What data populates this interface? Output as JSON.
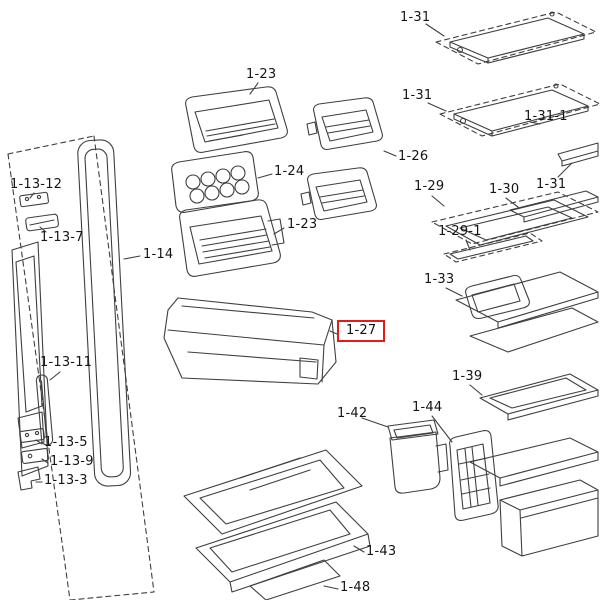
{
  "diagram": {
    "kind": "refrigerator-exploded-parts-diagram",
    "highlighted_part": "1-27",
    "highlight_color": "#e21b1b",
    "line_color": "#3f3f3f",
    "background": "#ffffff"
  },
  "labels": {
    "shelf_top": {
      "text": "1-31"
    },
    "basket_top": {
      "text": "1-23"
    },
    "shelf_mid": {
      "text": "1-31"
    },
    "shelf_mid_trim": {
      "text": "1-31-1"
    },
    "basket_small_right": {
      "text": "1-26"
    },
    "egg_tray": {
      "text": "1-24"
    },
    "shelf_right_edge": {
      "text": "1-31"
    },
    "frame_shelf": {
      "text": "1-29"
    },
    "glass_panel": {
      "text": "1-30"
    },
    "hinge_top": {
      "text": "1-13-12"
    },
    "basket_mid": {
      "text": "1-23"
    },
    "frame_shelf_trim": {
      "text": "1-29-1"
    },
    "hinge_upper": {
      "text": "1-13-7"
    },
    "door_gasket": {
      "text": "1-14"
    },
    "chill_tray": {
      "text": "1-33"
    },
    "door_bin": {
      "text": "1-27"
    },
    "handle_bar": {
      "text": "1-13-11"
    },
    "lower_shelf": {
      "text": "1-39"
    },
    "duct_panel": {
      "text": "1-44"
    },
    "ice_bin": {
      "text": "1-42"
    },
    "bracket_a": {
      "text": "1-13-5"
    },
    "bracket_b": {
      "text": "1-13-9"
    },
    "bracket_c": {
      "text": "1-13-3"
    },
    "crisper_cover": {
      "text": "1-43"
    },
    "crisper_tray": {
      "text": "1-48"
    }
  }
}
